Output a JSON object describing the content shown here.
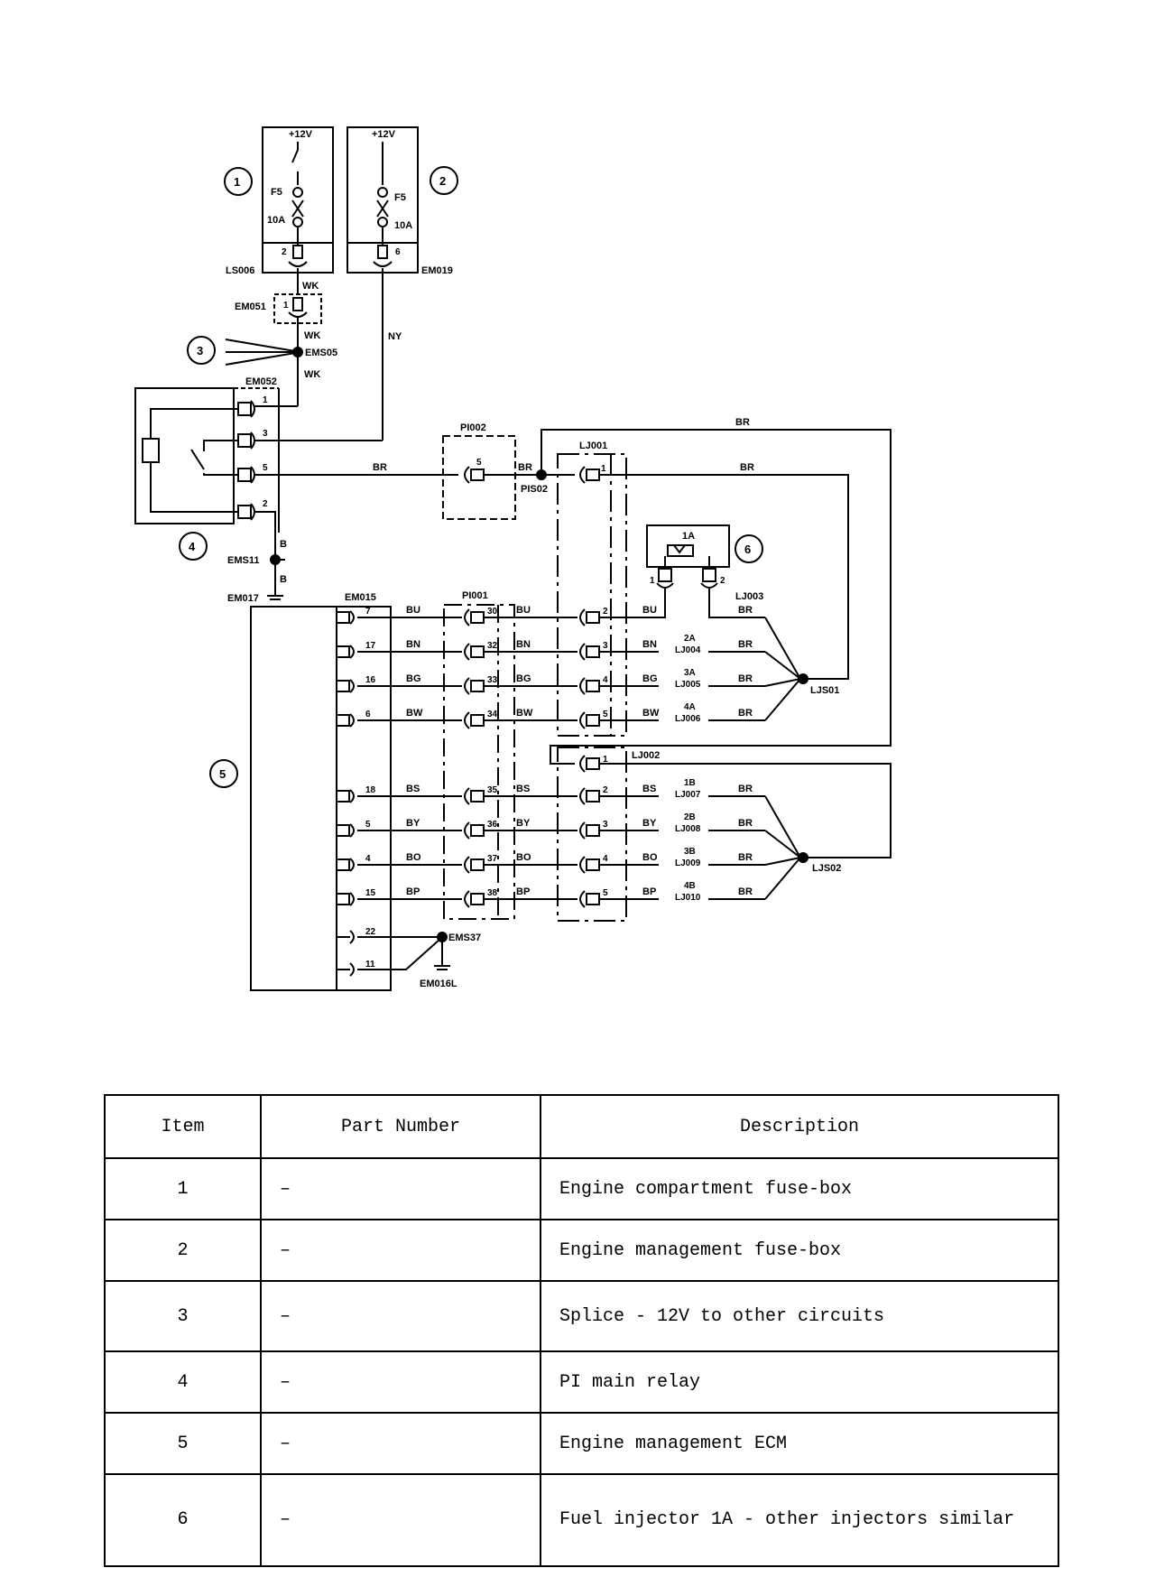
{
  "diagram": {
    "callouts": [
      "1",
      "2",
      "3",
      "4",
      "5",
      "6"
    ],
    "supply": {
      "voltage": "+12V",
      "fuse": "F5",
      "rating": "10A"
    },
    "connectors": {
      "ls006": "LS006",
      "em019": "EM019",
      "em051": "EM051",
      "em052": "EM052",
      "em015": "EM015",
      "pi001": "PI001",
      "pi002": "PI002",
      "lj001": "LJ001",
      "lj002": "LJ002",
      "lj003": "LJ003"
    },
    "splices": {
      "ems05": "EMS05",
      "ems11": "EMS11",
      "pis02": "PIS02",
      "ljs01": "LJS01",
      "ljs02": "LJS02",
      "ems37": "EMS37"
    },
    "grounds": {
      "em017": "EM017",
      "em016l": "EM016L"
    },
    "wires": {
      "wk": "WK",
      "ny": "NY",
      "br": "BR",
      "b": "B"
    },
    "fuse_pins": {
      "ls006": "2",
      "em019": "6",
      "em051": "1"
    },
    "relay_pins": [
      "1",
      "3",
      "5",
      "2"
    ],
    "pi002_pin": "5",
    "lj001_top_pin": "1",
    "lj002_top_pin": "1",
    "injector6": {
      "label": "1A",
      "pin1": "1",
      "pin2": "2"
    },
    "ecm_rows": [
      {
        "ecm_pin": "7",
        "color": "BU",
        "pi_pin": "30",
        "lj_pin": "2",
        "inj": "",
        "conn": ""
      },
      {
        "ecm_pin": "17",
        "color": "BN",
        "pi_pin": "32",
        "lj_pin": "3",
        "inj": "2A",
        "conn": "LJ004"
      },
      {
        "ecm_pin": "16",
        "color": "BG",
        "pi_pin": "33",
        "lj_pin": "4",
        "inj": "3A",
        "conn": "LJ005"
      },
      {
        "ecm_pin": "6",
        "color": "BW",
        "pi_pin": "34",
        "lj_pin": "5",
        "inj": "4A",
        "conn": "LJ006"
      },
      {
        "ecm_pin": "18",
        "color": "BS",
        "pi_pin": "35",
        "lj_pin": "2",
        "inj": "1B",
        "conn": "LJ007"
      },
      {
        "ecm_pin": "5",
        "color": "BY",
        "pi_pin": "36",
        "lj_pin": "3",
        "inj": "2B",
        "conn": "LJ008"
      },
      {
        "ecm_pin": "4",
        "color": "BO",
        "pi_pin": "37",
        "lj_pin": "4",
        "inj": "3B",
        "conn": "LJ009"
      },
      {
        "ecm_pin": "15",
        "color": "BP",
        "pi_pin": "38",
        "lj_pin": "5",
        "inj": "4B",
        "conn": "LJ010"
      }
    ],
    "ground_pins": [
      "22",
      "11"
    ]
  },
  "legend": {
    "headers": [
      "Item",
      "Part Number",
      "Description"
    ],
    "rows": [
      {
        "item": "1",
        "part": "–",
        "desc": "Engine compartment fuse-box"
      },
      {
        "item": "2",
        "part": "–",
        "desc": "Engine management fuse-box"
      },
      {
        "item": "3",
        "part": "–",
        "desc": "Splice - 12V to other circuits"
      },
      {
        "item": "4",
        "part": "–",
        "desc": "PI main relay"
      },
      {
        "item": "5",
        "part": "–",
        "desc": "Engine management ECM"
      },
      {
        "item": "6",
        "part": "–",
        "desc": "Fuel injector 1A - other injectors similar"
      }
    ]
  }
}
